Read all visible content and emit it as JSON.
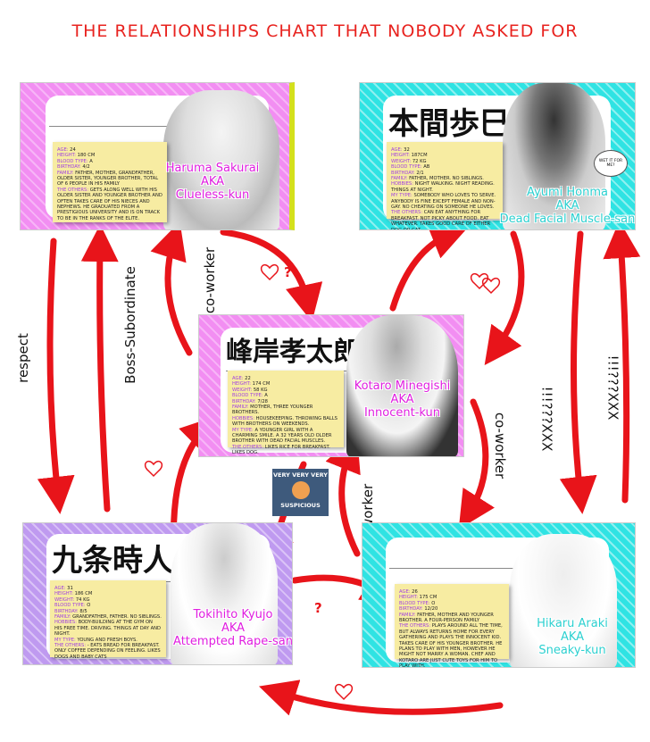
{
  "title": "THE RELATIONSHIPS CHART THAT NOBODY ASKED FOR",
  "cards": [
    {
      "kanji": "",
      "name": "Haruma Sakurai",
      "aka": "AKA",
      "nickname": "Clueless-kun",
      "stats": [
        [
          "AGE:",
          "24"
        ],
        [
          "HEIGHT:",
          "180 CM"
        ],
        [
          "BLOOD TYPE:",
          "A"
        ],
        [
          "BIRTHDAY:",
          "4/2"
        ],
        [
          "FAMILY:",
          "FATHER, MOTHER, GRANDFATHER, OLDER SISTER, YOUNGER BROTHER, TOTAL OF 6 PEOPLE IN HIS FAMILY"
        ],
        [
          "THE OTHERS:",
          "GETS ALONG WELL WITH HIS OLDER SISTER AND YOUNGER BROTHER AND OFTEN TAKES CARE OF HIS NIECES AND NEPHEWS. HE GRADUATED FROM A PRESTIGIOUS UNIVERSITY AND IS ON TRACK TO BE IN THE RANKS OF THE ELITE."
        ]
      ]
    },
    {
      "kanji": "本間歩巳",
      "name": "Ayumi Honma",
      "aka": "AKA",
      "nickname": "Dead Facial Muscle-san",
      "stats": [
        [
          "AGE:",
          "32"
        ],
        [
          "HEIGHT:",
          "187CM"
        ],
        [
          "WEIGHT:",
          "72 KG"
        ],
        [
          "BLOOD TYPE:",
          "AB"
        ],
        [
          "BIRTHDAY:",
          "2/1"
        ],
        [
          "FAMILY:",
          "FATHER, MOTHER. NO SIBLINGS."
        ],
        [
          "HOBBIES:",
          "NIGHT WALKING. NIGHT READING. THINGS AT NIGHT."
        ],
        [
          "MY TYPE:",
          "SOMEBODY WHO LOVES TO SERVE. ANYBODY IS FINE EXCEPT FEMALE AND NON-GAY. NO CHEATING ON SOMEONE HE LOVES."
        ],
        [
          "THE OTHERS:",
          "CAN EAT ANYTHING FOR BREAKFAST. NOT PICKY ABOUT FOOD. EAT WHATEVER. TAKES GOOD CARE OF EITHER DOG OR CAT."
        ]
      ]
    },
    {
      "kanji": "峰岸孝太郎",
      "name": "Kotaro Minegishi",
      "aka": "AKA",
      "nickname": "Innocent-kun",
      "stats": [
        [
          "AGE:",
          "22"
        ],
        [
          "HEIGHT:",
          "174 CM"
        ],
        [
          "WEIGHT:",
          "58 KG"
        ],
        [
          "BLOOD TYPE:",
          "A"
        ],
        [
          "BIRTHDAY:",
          "7/28"
        ],
        [
          "FAMILY:",
          "MOTHER, THREE YOUNGER BROTHERS."
        ],
        [
          "HOBBIES:",
          "HOUSEKEEPING. THROWING BALLS WITH BROTHERS ON WEEKENDS."
        ],
        [
          "MY TYPE:",
          "A YOUNGER GIRL WITH A CHARMING SMILE. A 32 YEARS OLD OLDER BROTHER WITH DEAD FACIAL MUSCLES."
        ],
        [
          "THE OTHERS:",
          "LIKES RICE FOR BREAKFAST. LIKES DOG."
        ]
      ]
    },
    {
      "kanji": "九条時人",
      "name": "Tokihito Kyujo",
      "aka": "AKA",
      "nickname": "Attempted Rape-san",
      "stats": [
        [
          "AGE:",
          "31"
        ],
        [
          "HEIGHT:",
          "186 CM"
        ],
        [
          "WEIGHT:",
          "74 KG"
        ],
        [
          "BLOOD TYPE:",
          "O"
        ],
        [
          "BIRTHDAY:",
          "8/5"
        ],
        [
          "FAMILY:",
          "GRANDFATHER, FATHER. NO SIBLINGS."
        ],
        [
          "HOBBIES:",
          "BODY-BUILDING AT THE GYM ON HIS FREE TIME. DRIVING. THINGS AT DAY AND NIGHT."
        ],
        [
          "MY TYPE:",
          "YOUNG AND FRESH BOYS."
        ],
        [
          "THE OTHERS:",
          "- EATS BREAD FOR BREAKFAST. ONLY COFFEE DEPENDING ON FEELING. LIKES DOGS AND BABY CATS"
        ]
      ]
    },
    {
      "kanji": "",
      "name": "Hikaru Araki",
      "aka": "AKA",
      "nickname": "Sneaky-kun",
      "stats": [
        [
          "AGE:",
          "26"
        ],
        [
          "HEIGHT:",
          "175 CM"
        ],
        [
          "BLOOD TYPE:",
          "O"
        ],
        [
          "BIRTHDAY:",
          "12/20"
        ],
        [
          "FAMILY:",
          "FATHER, MOTHER AND YOUNGER BROTHER. A FOUR-PERSON FAMILY"
        ],
        [
          "THE OTHERS:",
          "PLAYS AROUND ALL THE TIME, BUT ALWAYS RETURNS HOME FOR EVERY GATHERING AND PLAYS THE INNOCENT KID. TAKES CARE OF HIS YOUNGER BROTHER. HE PLANS TO PLAY WITH MEN, HOWEVER HE MIGHT NOT MARRY A WOMAN. CHEF AND KOTARO ARE JUST CUTE TOYS FOR HIM TO PLAY WITH."
        ]
      ]
    }
  ],
  "labels": {
    "respect": "respect",
    "boss": "Boss-Subordinate",
    "coworker_left": "co-worker",
    "coworker_right": "co-worker",
    "coworker_bottom": "co-worker",
    "xxx1": "!!!???XXX",
    "xxx2": "!!!???XXX",
    "q1": "?",
    "q2": "?"
  },
  "meme": {
    "top": "VERY VERY VERY",
    "bottom": "SUSPICIOUS"
  },
  "bubble": "WET IT FOR ME?",
  "colors": {
    "arrow": "#e8141a",
    "title": "#e8231f",
    "magenta": "#e01ee0",
    "cyan": "#2cd0d0"
  }
}
